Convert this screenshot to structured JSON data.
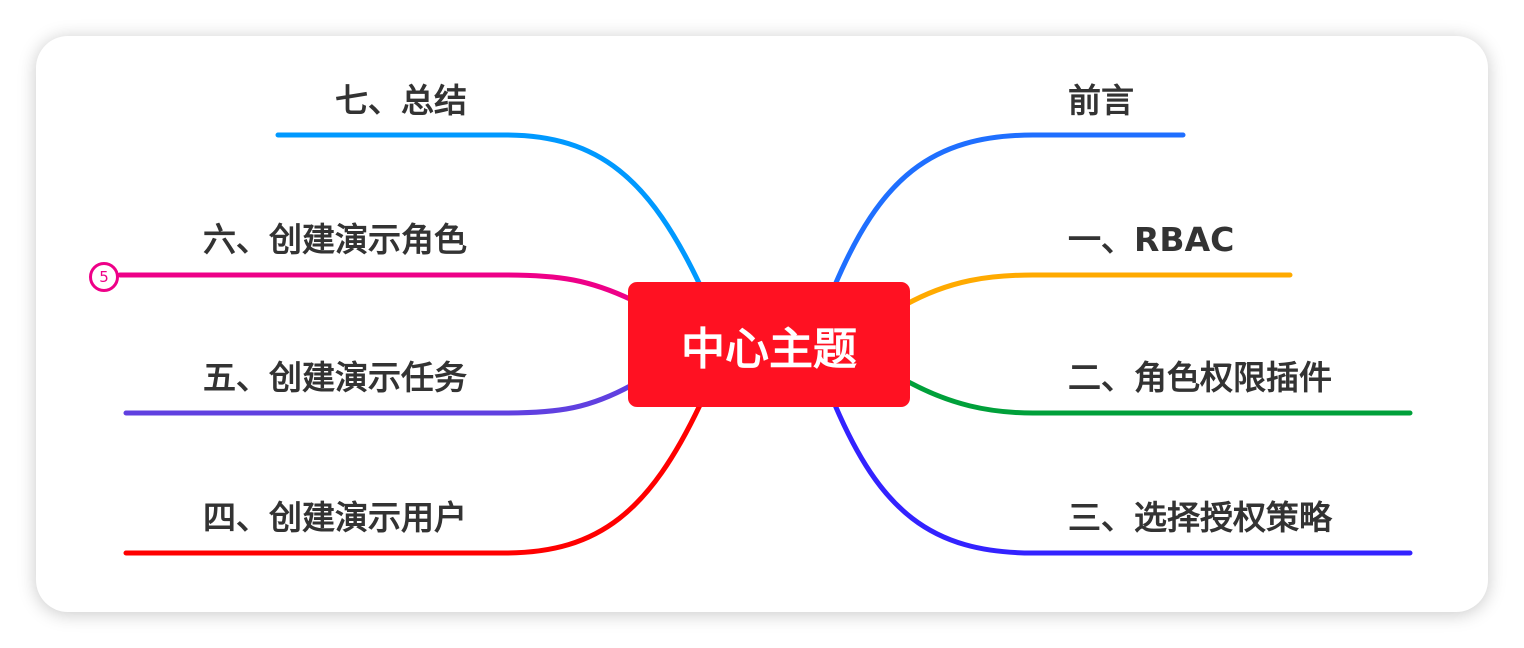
{
  "center": {
    "label": "中心主题",
    "color": "#FF1122"
  },
  "right_topics": [
    {
      "label": "前言",
      "color": "#1F6FFF"
    },
    {
      "label": "一、RBAC",
      "color": "#FFAA00"
    },
    {
      "label": "二、角色权限插件",
      "color": "#00A03A"
    },
    {
      "label": "三、选择授权策略",
      "color": "#3322FF"
    }
  ],
  "left_topics": [
    {
      "label": "七、总结",
      "color": "#0099FF"
    },
    {
      "label": "六、创建演示角色",
      "color": "#EE0088",
      "collapsed_count": "5"
    },
    {
      "label": "五、创建演示任务",
      "color": "#6040E0"
    },
    {
      "label": "四、创建演示用户",
      "color": "#FF0000"
    }
  ]
}
